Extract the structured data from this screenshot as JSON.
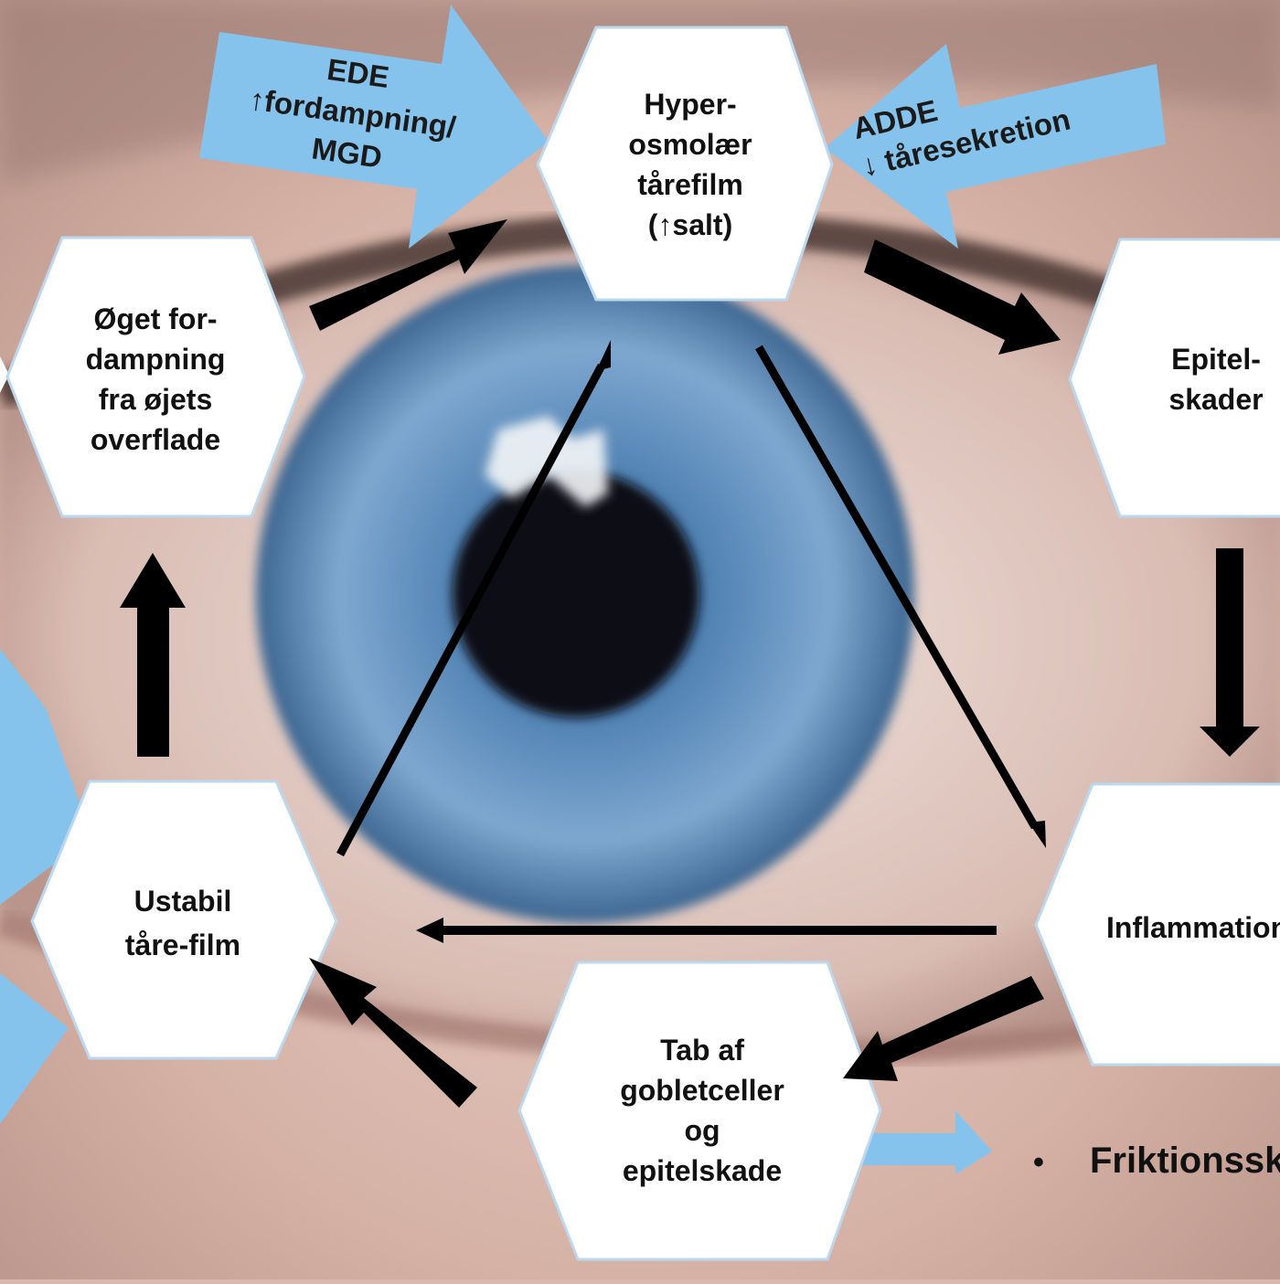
{
  "diagram": {
    "hexagons": {
      "hyperosmolar": "Hyper-\nosmolær\ntårefilm\n(↑salt)",
      "epitel": "Epitel-\nskader",
      "inflammation": "Inflammation",
      "goblet": "Tab af\ngobletceller\nog\nepitelskade",
      "ustabil": "Ustabil\ntåre-film",
      "fordampning": "Øget for-\ndampning\nfra øjets\noverflade"
    },
    "input_arrows": {
      "ede": "EDE\n↑fordampning/\nMGD",
      "adde": "ADDE\n↓ tåresekretion"
    },
    "bullet": {
      "marker": "•",
      "text": "Friktionsskader"
    }
  },
  "colors": {
    "hex_fill": "#ffffff",
    "hex_border": "#bcd8ee",
    "input_arrow": "#86c3ec",
    "flow_arrow": "#000000",
    "iris": "#6f9cc6",
    "pupil": "#0b0f16",
    "skin": "#d9b9ad"
  }
}
